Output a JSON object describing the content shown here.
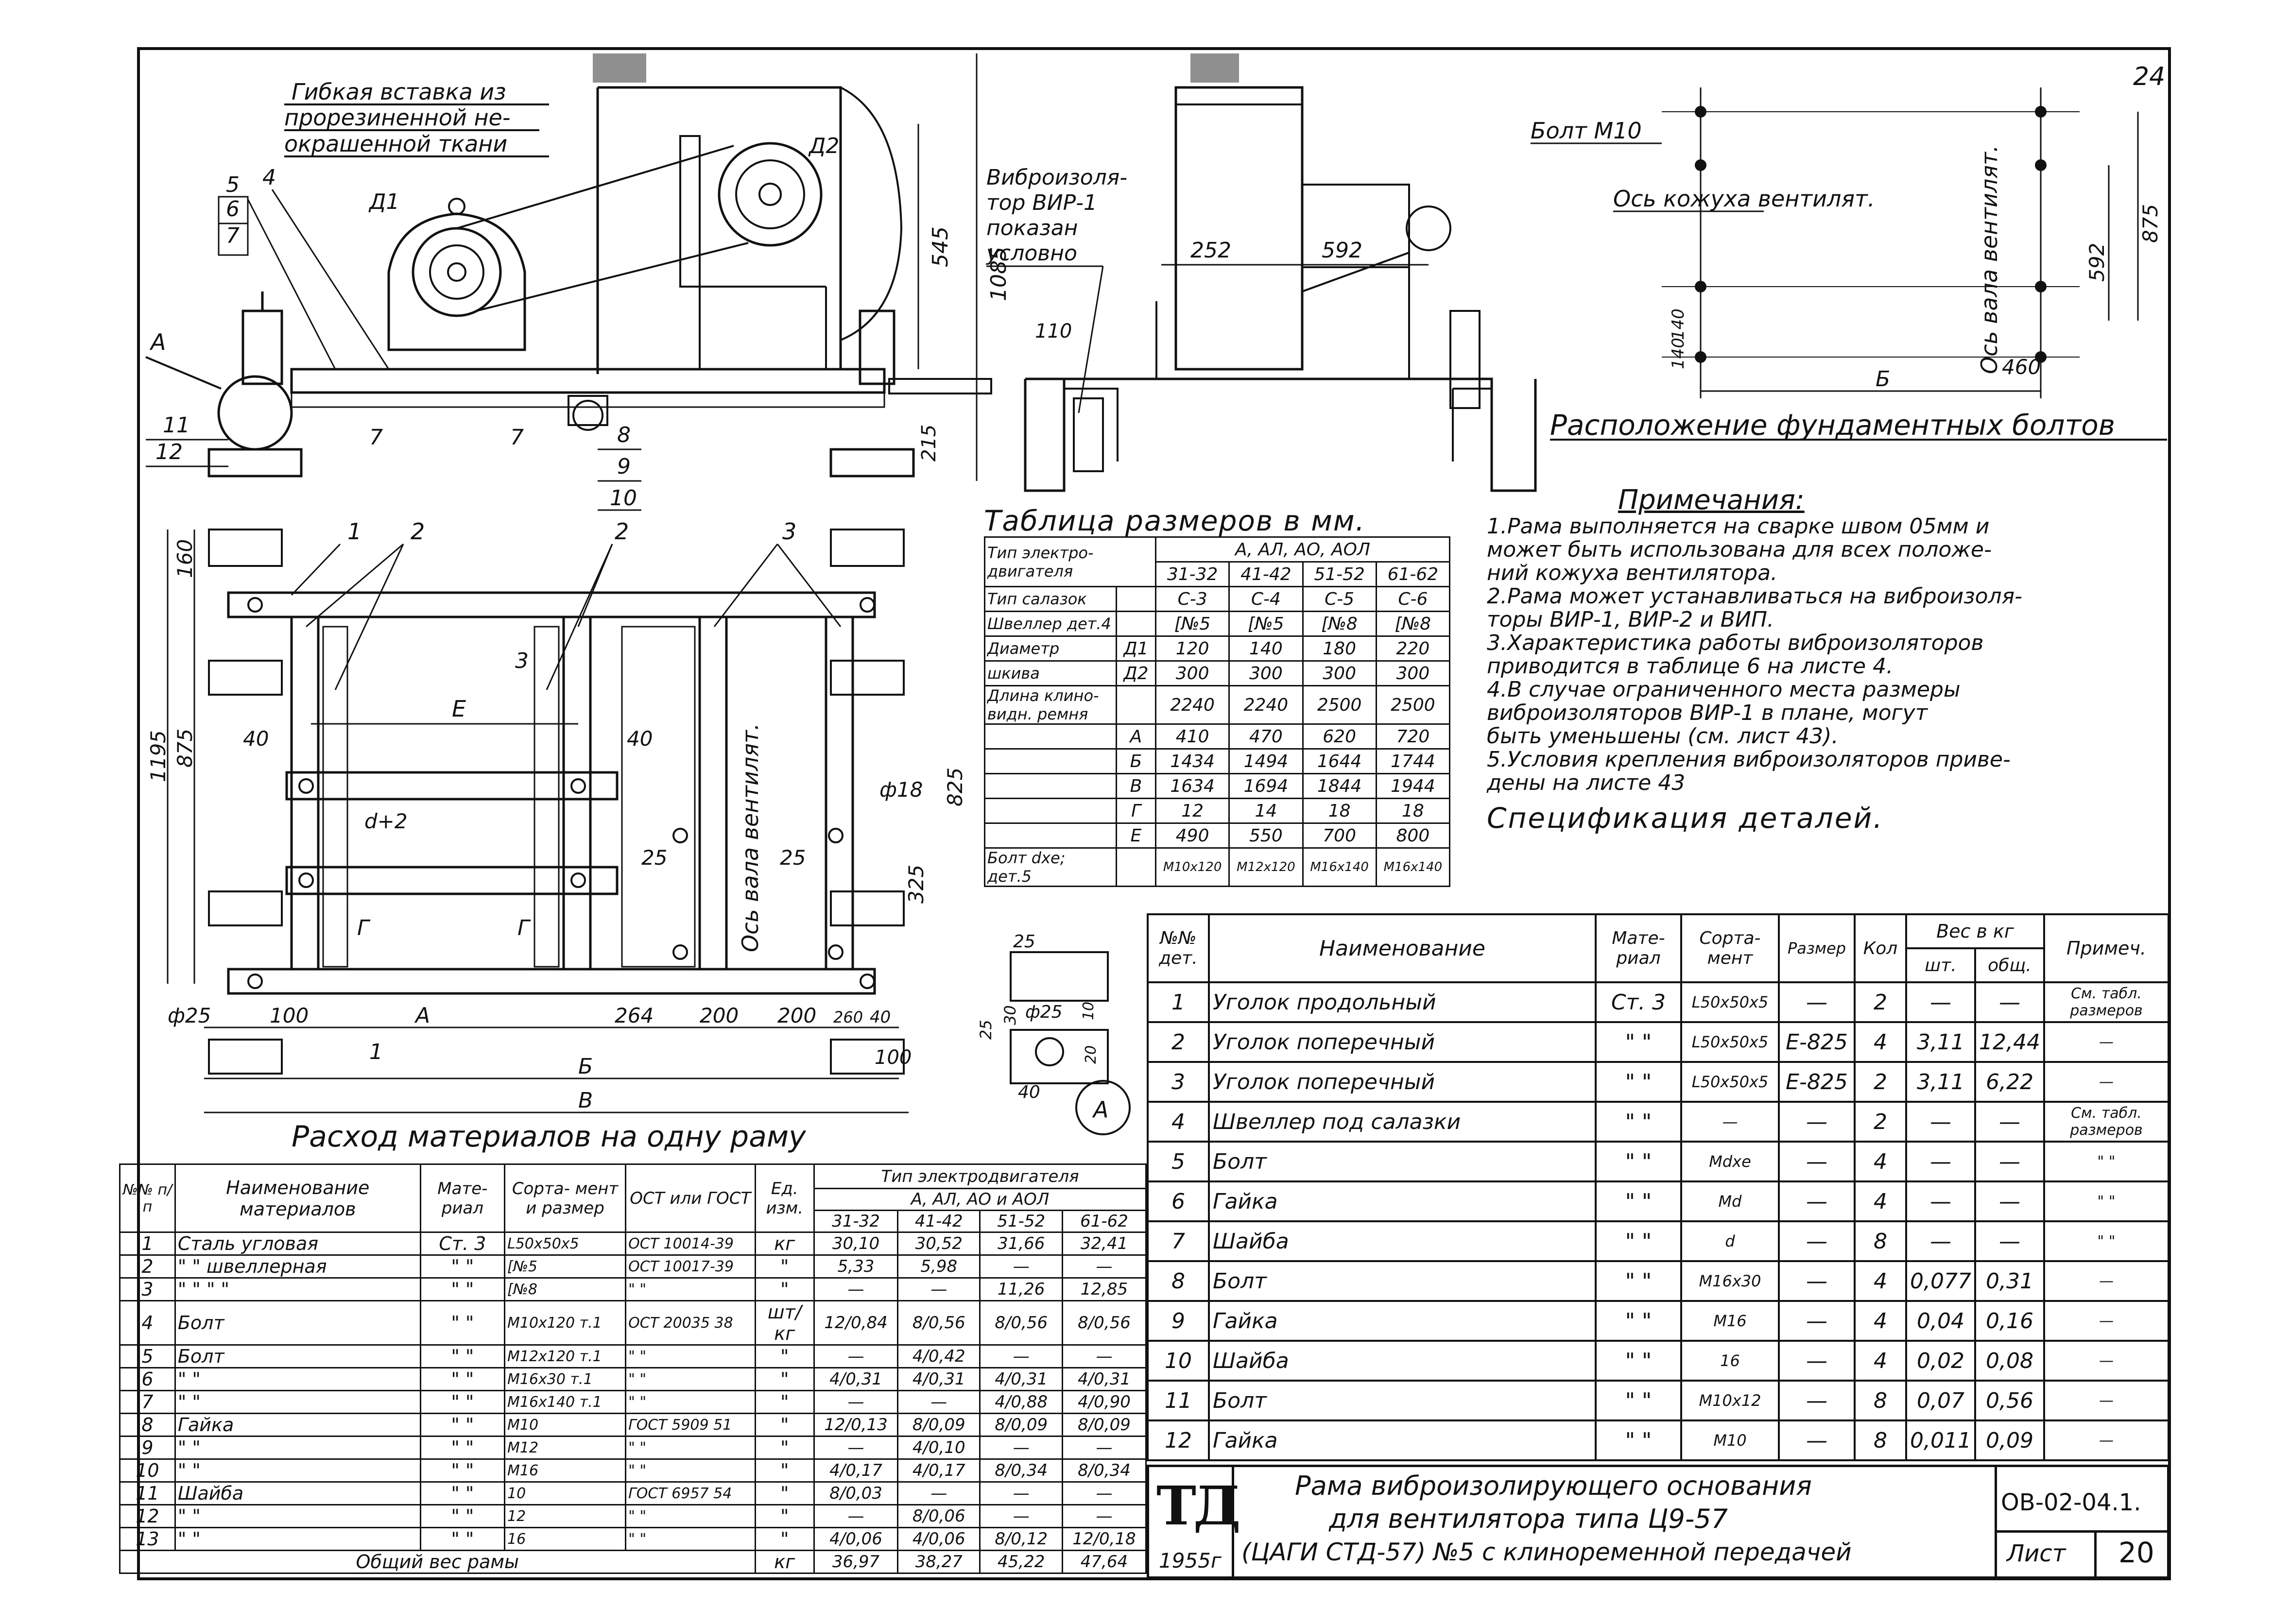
{
  "sheet": {
    "sheet_number_top": "24",
    "code": "ОВ-02-04.1.",
    "sheet_label": "Лист",
    "sheet_number": "20",
    "logo_text": "ТД",
    "year": "1955г",
    "title_lines": [
      "Рама виброизолирующего основания",
      "для вентилятора типа Ц9-57",
      "(ЦАГИ СТД-57) №5 с клиноременной передачей"
    ]
  },
  "side_view": {
    "callout_flex": [
      "Гибкая вставка из",
      "прорезиненной не-",
      "окрашенной ткани"
    ],
    "callout_vibro": [
      "Виброизоля-",
      "тор ВИР-1",
      "показан",
      "условно"
    ],
    "letters": {
      "d1": "Д1",
      "d2": "Д2",
      "a": "А"
    },
    "part_numbers": [
      "5",
      "6",
      "7",
      "4",
      "11",
      "12",
      "7",
      "7",
      "8",
      "9",
      "10"
    ],
    "dims": {
      "h1": "545",
      "h2": "1085",
      "h3": "215"
    }
  },
  "front_view": {
    "dims": {
      "d110": "110",
      "d252": "252",
      "d592": "592"
    }
  },
  "bolts_plan": {
    "title": "Расположение фундаментных болтов",
    "bolt_label": "Болт М10",
    "axis_casing": "Ось кожуха вентилят.",
    "axis_shaft": "Ось вала вентилят.",
    "dims": {
      "d875": "875",
      "d592": "592",
      "d140": "140",
      "d140b": "140",
      "d460": "460",
      "b": "Б"
    }
  },
  "plan_view": {
    "dims_left": [
      "160",
      "1195",
      "875"
    ],
    "labels_top": [
      "1",
      "2",
      "2",
      "3"
    ],
    "labels_mid": [
      "3",
      "Е",
      "40",
      "40",
      "d+2",
      "25",
      "25",
      "ф18",
      "825",
      "325",
      "Г",
      "Г",
      "ф25"
    ],
    "axis_label": "Ось вала вентилят.",
    "dims_bottom": [
      "100",
      "А",
      "264",
      "200",
      "200",
      "260",
      "40",
      "100",
      "Б",
      "В",
      "1"
    ],
    "detail_dims": [
      "25",
      "30",
      "25",
      "ф25",
      "10",
      "20",
      "40",
      "А"
    ],
    "materials_title": "Расход материалов на одну раму"
  },
  "size_table": {
    "title": "Таблица размеров в мм.",
    "col_header_group": "А, АЛ, АО, АОЛ",
    "header_cell": "Тип электро- двигателя",
    "columns": [
      "31-32",
      "41-42",
      "51-52",
      "61-62"
    ],
    "rows": [
      {
        "label": "Тип салазок",
        "sub": "",
        "values": [
          "С-3",
          "С-4",
          "С-5",
          "С-6"
        ]
      },
      {
        "label": "Швеллер дет.4",
        "sub": "",
        "values": [
          "[№5",
          "[№5",
          "[№8",
          "[№8"
        ]
      },
      {
        "label": "Диаметр",
        "sub": "Д1",
        "values": [
          "120",
          "140",
          "180",
          "220"
        ]
      },
      {
        "label": "шкива",
        "sub": "Д2",
        "values": [
          "300",
          "300",
          "300",
          "300"
        ]
      },
      {
        "label": "Длина клино- видн. ремня",
        "sub": "",
        "values": [
          "2240",
          "2240",
          "2500",
          "2500"
        ]
      },
      {
        "label": "",
        "sub": "А",
        "values": [
          "410",
          "470",
          "620",
          "720"
        ]
      },
      {
        "label": "",
        "sub": "Б",
        "values": [
          "1434",
          "1494",
          "1644",
          "1744"
        ]
      },
      {
        "label": "",
        "sub": "В",
        "values": [
          "1634",
          "1694",
          "1844",
          "1944"
        ]
      },
      {
        "label": "",
        "sub": "Г",
        "values": [
          "12",
          "14",
          "18",
          "18"
        ]
      },
      {
        "label": "",
        "sub": "Е",
        "values": [
          "490",
          "550",
          "700",
          "800"
        ]
      },
      {
        "label": "Болт dxe; дет.5",
        "sub": "",
        "values": [
          "М10х120",
          "М12х120",
          "М16х140",
          "М16х140"
        ]
      }
    ]
  },
  "notes": {
    "title": "Примечания:",
    "lines": [
      "1.Рама выполняется на сварке швом 05мм и",
      "может быть использована для всех положе-",
      "ний кожуха вентилятора.",
      "2.Рама может устанавливаться на виброизоля-",
      "торы ВИР-1, ВИР-2 и ВИП.",
      "3.Характеристика работы виброизоляторов",
      "приводится в таблице 6 на листе 4.",
      "4.В случае ограниченного места размеры",
      "виброизоляторов ВИР-1 в плане, могут",
      "быть уменьшены (см. лист 43).",
      "5.Условия крепления виброизоляторов приве-",
      "дены на листе 43"
    ]
  },
  "spec_table": {
    "title": "Спецификация деталей.",
    "headers": {
      "num": "№№ дет.",
      "name": "Наименование",
      "material": "Мате- риал",
      "profile": "Сорта- мент",
      "size": "Размер",
      "qty": "Кол",
      "weight": "Вес в кг",
      "unit": "шт.",
      "total": "общ.",
      "note": "Примеч."
    },
    "rows": [
      {
        "n": "1",
        "name": "Уголок продольный",
        "mat": "Ст. 3",
        "prof": "L50х50х5",
        "size": "—",
        "qty": "2",
        "unit": "—",
        "total": "—",
        "note": "См. табл. размеров"
      },
      {
        "n": "2",
        "name": "Уголок поперечный",
        "mat": "\" \"",
        "prof": "L50х50х5",
        "size": "Е-825",
        "qty": "4",
        "unit": "3,11",
        "total": "12,44",
        "note": "—"
      },
      {
        "n": "3",
        "name": "Уголок поперечный",
        "mat": "\" \"",
        "prof": "L50х50х5",
        "size": "Е-825",
        "qty": "2",
        "unit": "3,11",
        "total": "6,22",
        "note": "—"
      },
      {
        "n": "4",
        "name": "Швеллер под салазки",
        "mat": "\" \"",
        "prof": "—",
        "size": "—",
        "qty": "2",
        "unit": "—",
        "total": "—",
        "note": "См. табл. размеров"
      },
      {
        "n": "5",
        "name": "Болт",
        "mat": "\" \"",
        "prof": "Мdхе",
        "size": "—",
        "qty": "4",
        "unit": "—",
        "total": "—",
        "note": "\" \""
      },
      {
        "n": "6",
        "name": "Гайка",
        "mat": "\" \"",
        "prof": "Мd",
        "size": "—",
        "qty": "4",
        "unit": "—",
        "total": "—",
        "note": "\" \""
      },
      {
        "n": "7",
        "name": "Шайба",
        "mat": "\" \"",
        "prof": "d",
        "size": "—",
        "qty": "8",
        "unit": "—",
        "total": "—",
        "note": "\" \""
      },
      {
        "n": "8",
        "name": "Болт",
        "mat": "\" \"",
        "prof": "М16х30",
        "size": "—",
        "qty": "4",
        "unit": "0,077",
        "total": "0,31",
        "note": "—"
      },
      {
        "n": "9",
        "name": "Гайка",
        "mat": "\" \"",
        "prof": "М16",
        "size": "—",
        "qty": "4",
        "unit": "0,04",
        "total": "0,16",
        "note": "—"
      },
      {
        "n": "10",
        "name": "Шайба",
        "mat": "\" \"",
        "prof": "16",
        "size": "—",
        "qty": "4",
        "unit": "0,02",
        "total": "0,08",
        "note": "—"
      },
      {
        "n": "11",
        "name": "Болт",
        "mat": "\" \"",
        "prof": "М10х12",
        "size": "—",
        "qty": "8",
        "unit": "0,07",
        "total": "0,56",
        "note": "—"
      },
      {
        "n": "12",
        "name": "Гайка",
        "mat": "\" \"",
        "prof": "М10",
        "size": "—",
        "qty": "8",
        "unit": "0,011",
        "total": "0,09",
        "note": "—"
      }
    ]
  },
  "materials_table": {
    "headers": {
      "num": "№№ п/п",
      "name": "Наименование материалов",
      "material": "Мате- риал",
      "profile": "Сорта- мент и размер",
      "gost": "ОСТ или ГОСТ",
      "unit": "Ед. изм.",
      "group": "Тип электродвигателя",
      "subgroup": "А, АЛ, АО и АОЛ",
      "cols": [
        "31-32",
        "41-42",
        "51-52",
        "61-62"
      ]
    },
    "rows": [
      {
        "n": "1",
        "name": "Сталь угловая",
        "mat": "Ст. 3",
        "prof": "L50х50х5",
        "gost": "ОСТ 10014-39",
        "u": "кг",
        "v": [
          "30,10",
          "30,52",
          "31,66",
          "32,41"
        ]
      },
      {
        "n": "2",
        "name": "\" \" швеллерная",
        "mat": "\" \"",
        "prof": "[№5",
        "gost": "ОСТ 10017-39",
        "u": "\"",
        "v": [
          "5,33",
          "5,98",
          "—",
          "—"
        ]
      },
      {
        "n": "3",
        "name": "\" \" \" \"",
        "mat": "\" \"",
        "prof": "[№8",
        "gost": "\" \"",
        "u": "\"",
        "v": [
          "—",
          "—",
          "11,26",
          "12,85"
        ]
      },
      {
        "n": "4",
        "name": "Болт",
        "mat": "\" \"",
        "prof": "М10х120 т.1",
        "gost": "ОСТ 20035 38",
        "u": "шт/кг",
        "v": [
          "12/0,84",
          "8/0,56",
          "8/0,56",
          "8/0,56"
        ]
      },
      {
        "n": "5",
        "name": "Болт",
        "mat": "\" \"",
        "prof": "М12х120 т.1",
        "gost": "\" \"",
        "u": "\"",
        "v": [
          "—",
          "4/0,42",
          "—",
          "—"
        ]
      },
      {
        "n": "6",
        "name": "\" \"",
        "mat": "\" \"",
        "prof": "М16х30 т.1",
        "gost": "\" \"",
        "u": "\"",
        "v": [
          "4/0,31",
          "4/0,31",
          "4/0,31",
          "4/0,31"
        ]
      },
      {
        "n": "7",
        "name": "\" \"",
        "mat": "\" \"",
        "prof": "М16х140 т.1",
        "gost": "\" \"",
        "u": "\"",
        "v": [
          "—",
          "—",
          "4/0,88",
          "4/0,90"
        ]
      },
      {
        "n": "8",
        "name": "Гайка",
        "mat": "\" \"",
        "prof": "М10",
        "gost": "ГОСТ 5909 51",
        "u": "\"",
        "v": [
          "12/0,13",
          "8/0,09",
          "8/0,09",
          "8/0,09"
        ]
      },
      {
        "n": "9",
        "name": "\" \"",
        "mat": "\" \"",
        "prof": "М12",
        "gost": "\" \"",
        "u": "\"",
        "v": [
          "—",
          "4/0,10",
          "—",
          "—"
        ]
      },
      {
        "n": "10",
        "name": "\" \"",
        "mat": "\" \"",
        "prof": "М16",
        "gost": "\" \"",
        "u": "\"",
        "v": [
          "4/0,17",
          "4/0,17",
          "8/0,34",
          "8/0,34"
        ]
      },
      {
        "n": "11",
        "name": "Шайба",
        "mat": "\" \"",
        "prof": "10",
        "gost": "ГОСТ 6957 54",
        "u": "\"",
        "v": [
          "8/0,03",
          "—",
          "—",
          "—"
        ]
      },
      {
        "n": "12",
        "name": "\" \"",
        "mat": "\" \"",
        "prof": "12",
        "gost": "\" \"",
        "u": "\"",
        "v": [
          "—",
          "8/0,06",
          "—",
          "—"
        ]
      },
      {
        "n": "13",
        "name": "\" \"",
        "mat": "\" \"",
        "prof": "16",
        "gost": "\" \"",
        "u": "\"",
        "v": [
          "4/0,06",
          "4/0,06",
          "8/0,12",
          "12/0,18"
        ]
      }
    ],
    "total_row": {
      "label": "Общий вес рамы",
      "u": "кг",
      "v": [
        "36,97",
        "38,27",
        "45,22",
        "47,64"
      ]
    }
  }
}
